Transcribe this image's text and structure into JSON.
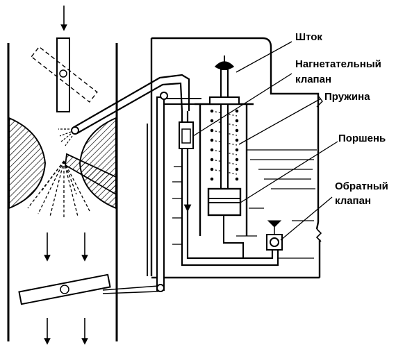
{
  "labels": {
    "shtok": "Шток",
    "nagnetatelny_line1": "Нагнетательный",
    "nagnetatelny_line2": "клапан",
    "pruzhina": "Пружина",
    "porshen": "Поршень",
    "obratny_line1": "Обратный",
    "obratny_line2": "клапан"
  },
  "colors": {
    "ink": "#000000",
    "background": "#ffffff"
  }
}
